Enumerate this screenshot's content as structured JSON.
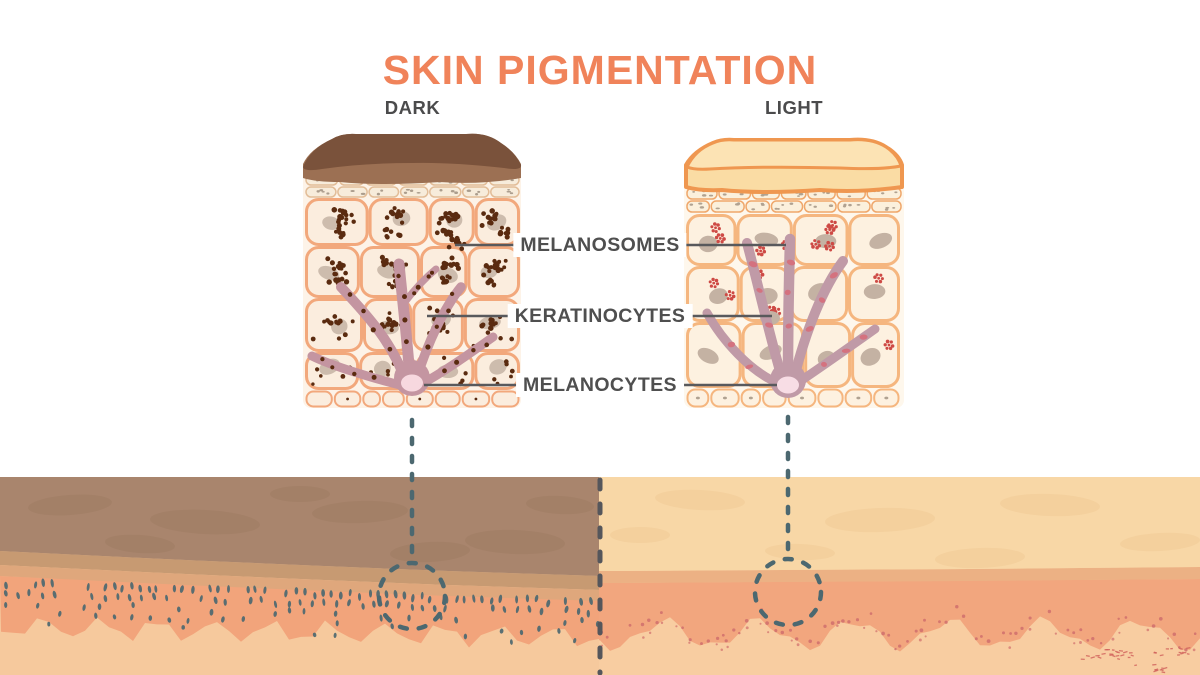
{
  "title": "SKIN PIGMENTATION",
  "panels": {
    "dark": {
      "label": "DARK"
    },
    "light": {
      "label": "LIGHT"
    }
  },
  "annotations": [
    {
      "id": "melanosomes",
      "label": "MELANOSOMES"
    },
    {
      "id": "keratinocytes",
      "label": "KERATINOCYTES"
    },
    {
      "id": "melanocytes",
      "label": "MELANOCYTES"
    }
  ],
  "colors": {
    "title": "#F0835A",
    "heading": "#4B4B4C",
    "annotation_text": "#4F4F4F",
    "leader_line": "#58595C",
    "dashed_marker": "#4C6870",
    "divider": "#55565B",
    "dark_block": {
      "cap_top": "#7A523B",
      "cap_front": "#9C7053",
      "bg": "#FDF3E8",
      "cell_stroke": "#F2A87C",
      "cell_fill": "#FBEDDE",
      "flat_fill": "#F7ECDB",
      "flat_stroke": "#E2BD98",
      "speck": "#AB9D8D",
      "nucleus": "#CDBCAD",
      "melanosome": "#5A2B10",
      "melanocyte": "#C495A1",
      "melanocyte_nucleus": "#F7D8DF"
    },
    "light_block": {
      "cap_stroke": "#EF9750",
      "cap_top": "#FCE3B4",
      "cap_front": "#FADCA4",
      "bg": "#FEF7EC",
      "cell_stroke": "#F5B67F",
      "cell_fill": "#FDF1E0",
      "flat_fill": "#FBF0DC",
      "flat_stroke": "#EFA76B",
      "speck": "#B0A291",
      "nucleus": "#C4B2A3",
      "melanosome": "#CE4A45",
      "melanocyte": "#C09AA7",
      "melanocyte_nucleus": "#F8DDE5",
      "dendrite_blob": "#D4727F"
    },
    "cross_section": {
      "dark": {
        "epidermis": "#A9856D",
        "epidermis_blob": "#9F7B63",
        "band1": "#C79A72",
        "band2": "#DFA77C",
        "salmon": "#F2A47B",
        "dots": "#4C6870",
        "dermis": "#F6C99D"
      },
      "light": {
        "epidermis": "#F8D7A6",
        "epidermis_blob": "#F0CA96",
        "band": "#ECB184",
        "salmon": "#F2A67E",
        "dots": "#D06E6C",
        "dermis": "#F8CDA1",
        "marks": "#CF5F5A"
      }
    }
  }
}
